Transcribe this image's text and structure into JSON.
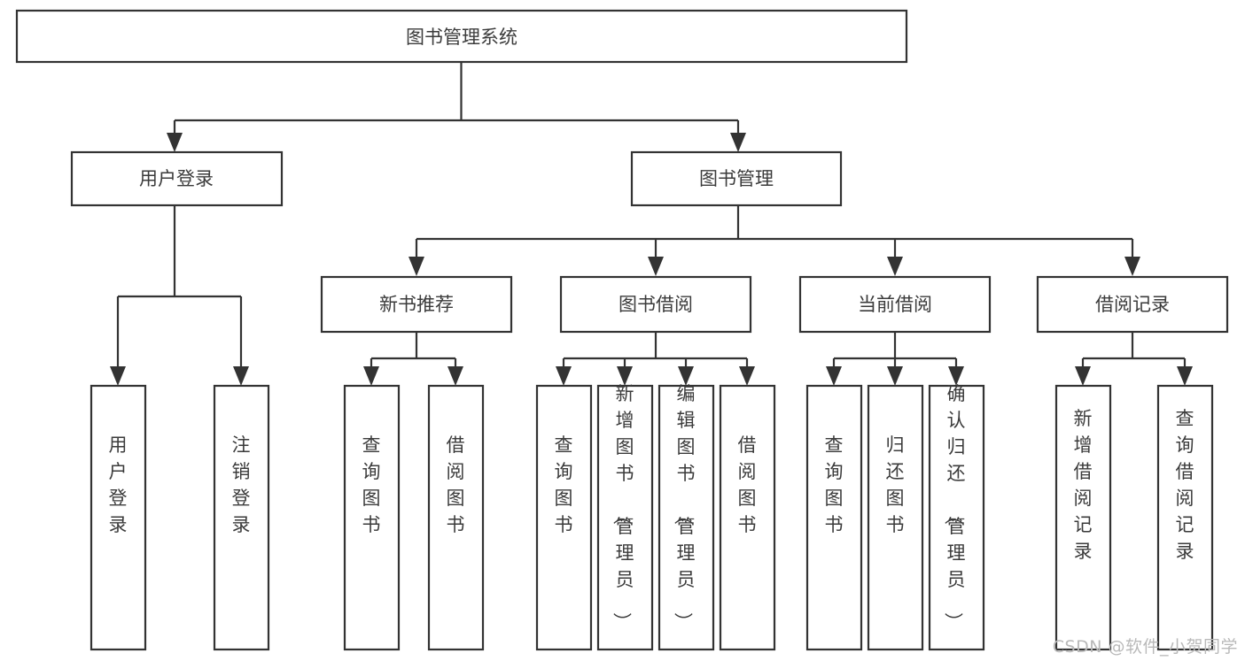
{
  "diagram": {
    "type": "tree-hierarchy-diagram",
    "title": "图书管理系统",
    "background_color": "#ffffff",
    "box_stroke_color": "#333333",
    "box_fill_color": "#ffffff",
    "text_color": "#3b3b3b",
    "connector_color": "#333333",
    "root": {
      "id": "root",
      "label": "图书管理系统"
    },
    "level2": [
      {
        "id": "user-login",
        "label": "用户登录"
      },
      {
        "id": "book-management",
        "label": "图书管理"
      }
    ],
    "level3": [
      {
        "id": "new-book-recommend",
        "label": "新书推荐"
      },
      {
        "id": "book-borrow",
        "label": "图书借阅"
      },
      {
        "id": "current-borrow",
        "label": "当前借阅"
      },
      {
        "id": "borrow-record",
        "label": "借阅记录"
      }
    ],
    "leaves": {
      "user_login": [
        {
          "id": "leaf-user-login",
          "label": "用户登录"
        },
        {
          "id": "leaf-logout-login",
          "label": "注销登录"
        }
      ],
      "new_book_recommend": [
        {
          "id": "leaf-query-book-1",
          "label": "查询图书"
        },
        {
          "id": "leaf-borrow-book-1",
          "label": "借阅图书"
        }
      ],
      "book_borrow": [
        {
          "id": "leaf-query-book-2",
          "label": "查询图书"
        },
        {
          "id": "leaf-add-book",
          "label": "新增图书（管理员）"
        },
        {
          "id": "leaf-edit-book",
          "label": "编辑图书（管理员）"
        },
        {
          "id": "leaf-borrow-book-2",
          "label": "借阅图书"
        }
      ],
      "current_borrow": [
        {
          "id": "leaf-query-book-3",
          "label": "查询图书"
        },
        {
          "id": "leaf-return-book",
          "label": "归还图书"
        },
        {
          "id": "leaf-confirm-return",
          "label": "确认归还（管理员）"
        }
      ],
      "borrow_record": [
        {
          "id": "leaf-add-record",
          "label": "新增借阅记录"
        },
        {
          "id": "leaf-query-record",
          "label": "查询借阅记录"
        }
      ]
    }
  },
  "watermark": {
    "text": "CSDN @软件_小贺同学"
  }
}
